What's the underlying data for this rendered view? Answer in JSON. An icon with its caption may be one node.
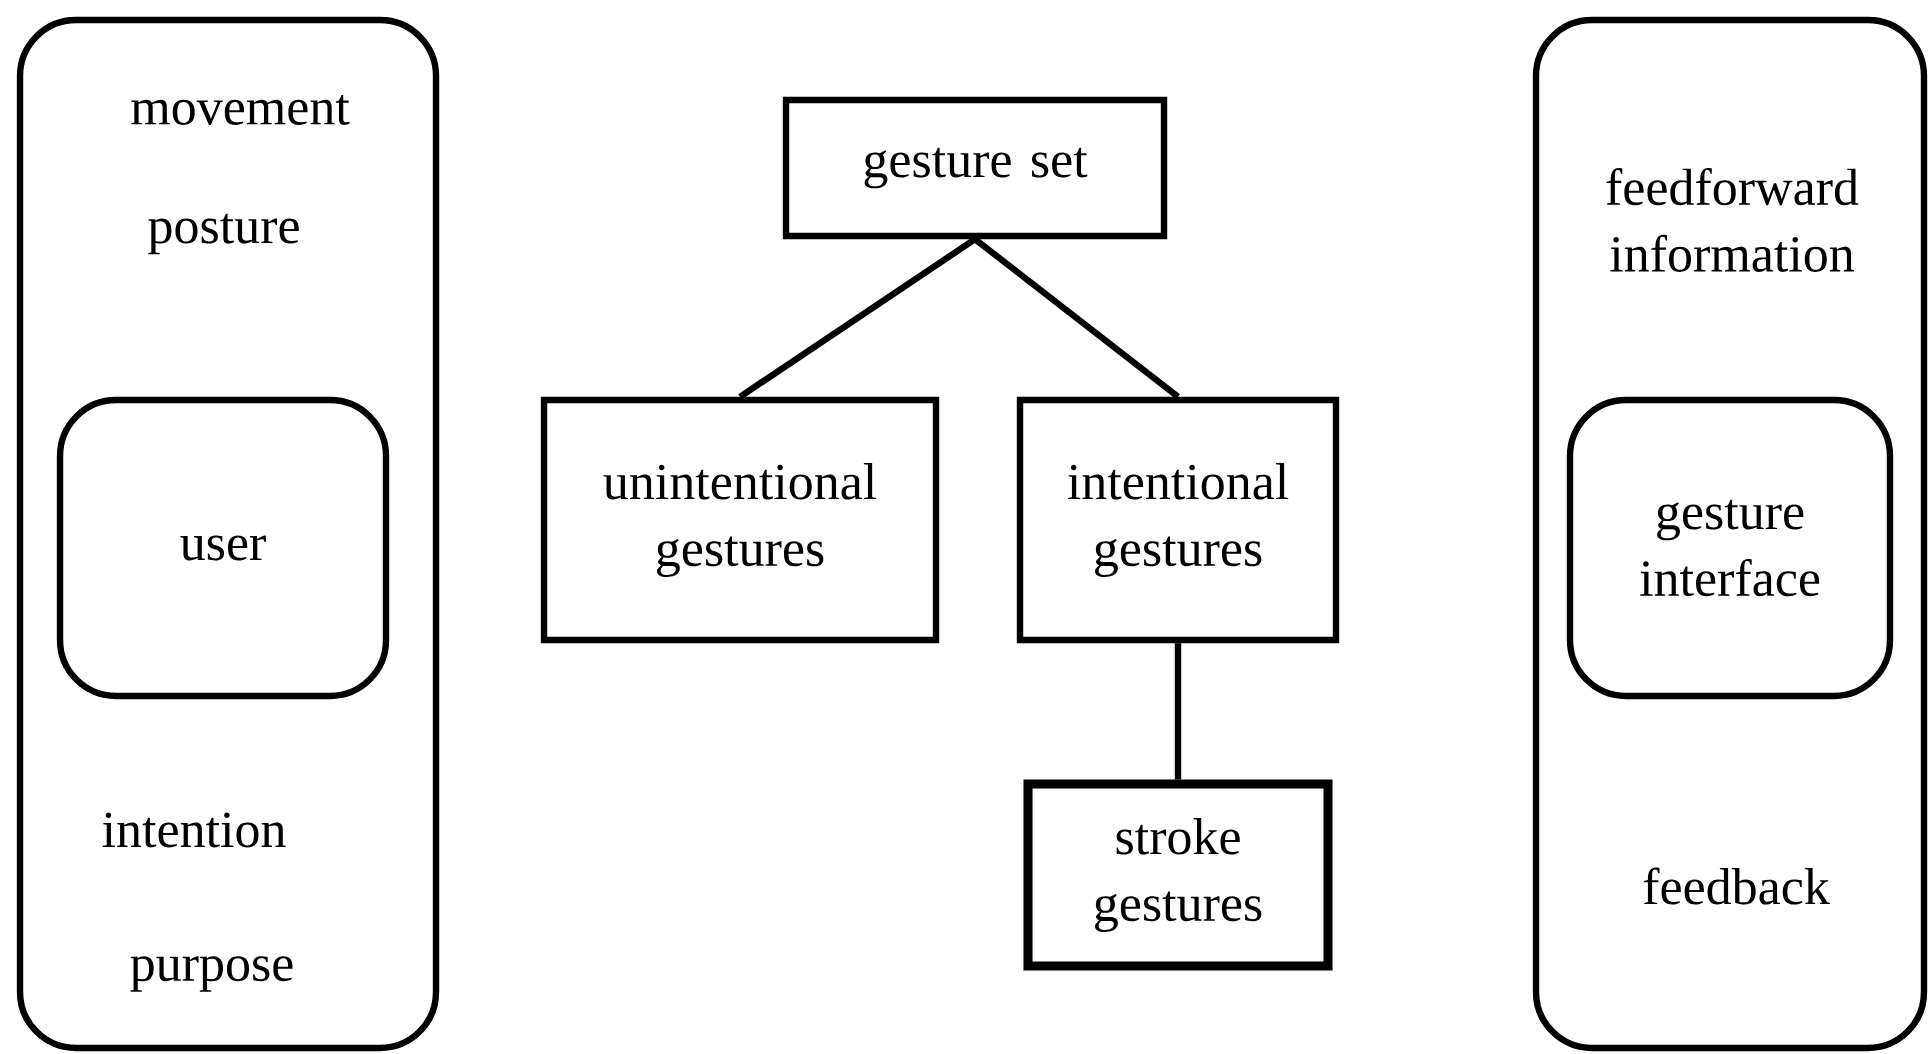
{
  "diagram": {
    "nodes": [
      {
        "text": [
          "movement",
          "posture",
          "intention",
          "purpose"
        ]
      },
      {
        "text": [
          "user"
        ],
        "in": 0
      },
      {
        "text": [
          "gesture set"
        ]
      },
      {
        "text": [
          "unintentional gestures"
        ]
      },
      {
        "text": [
          "intentional gestures"
        ]
      },
      {
        "text": [
          "stroke gestures"
        ]
      },
      {
        "text": [
          "feedforward information",
          "feedback"
        ]
      },
      {
        "text": [
          "gesture interface"
        ],
        "in": 6
      }
    ],
    "edges": [
      {
        "from": 2,
        "to": 3,
        "arrow": "none"
      },
      {
        "from": 2,
        "to": 4,
        "arrow": "none"
      },
      {
        "from": 4,
        "to": 5,
        "arrow": "none"
      }
    ]
  }
}
